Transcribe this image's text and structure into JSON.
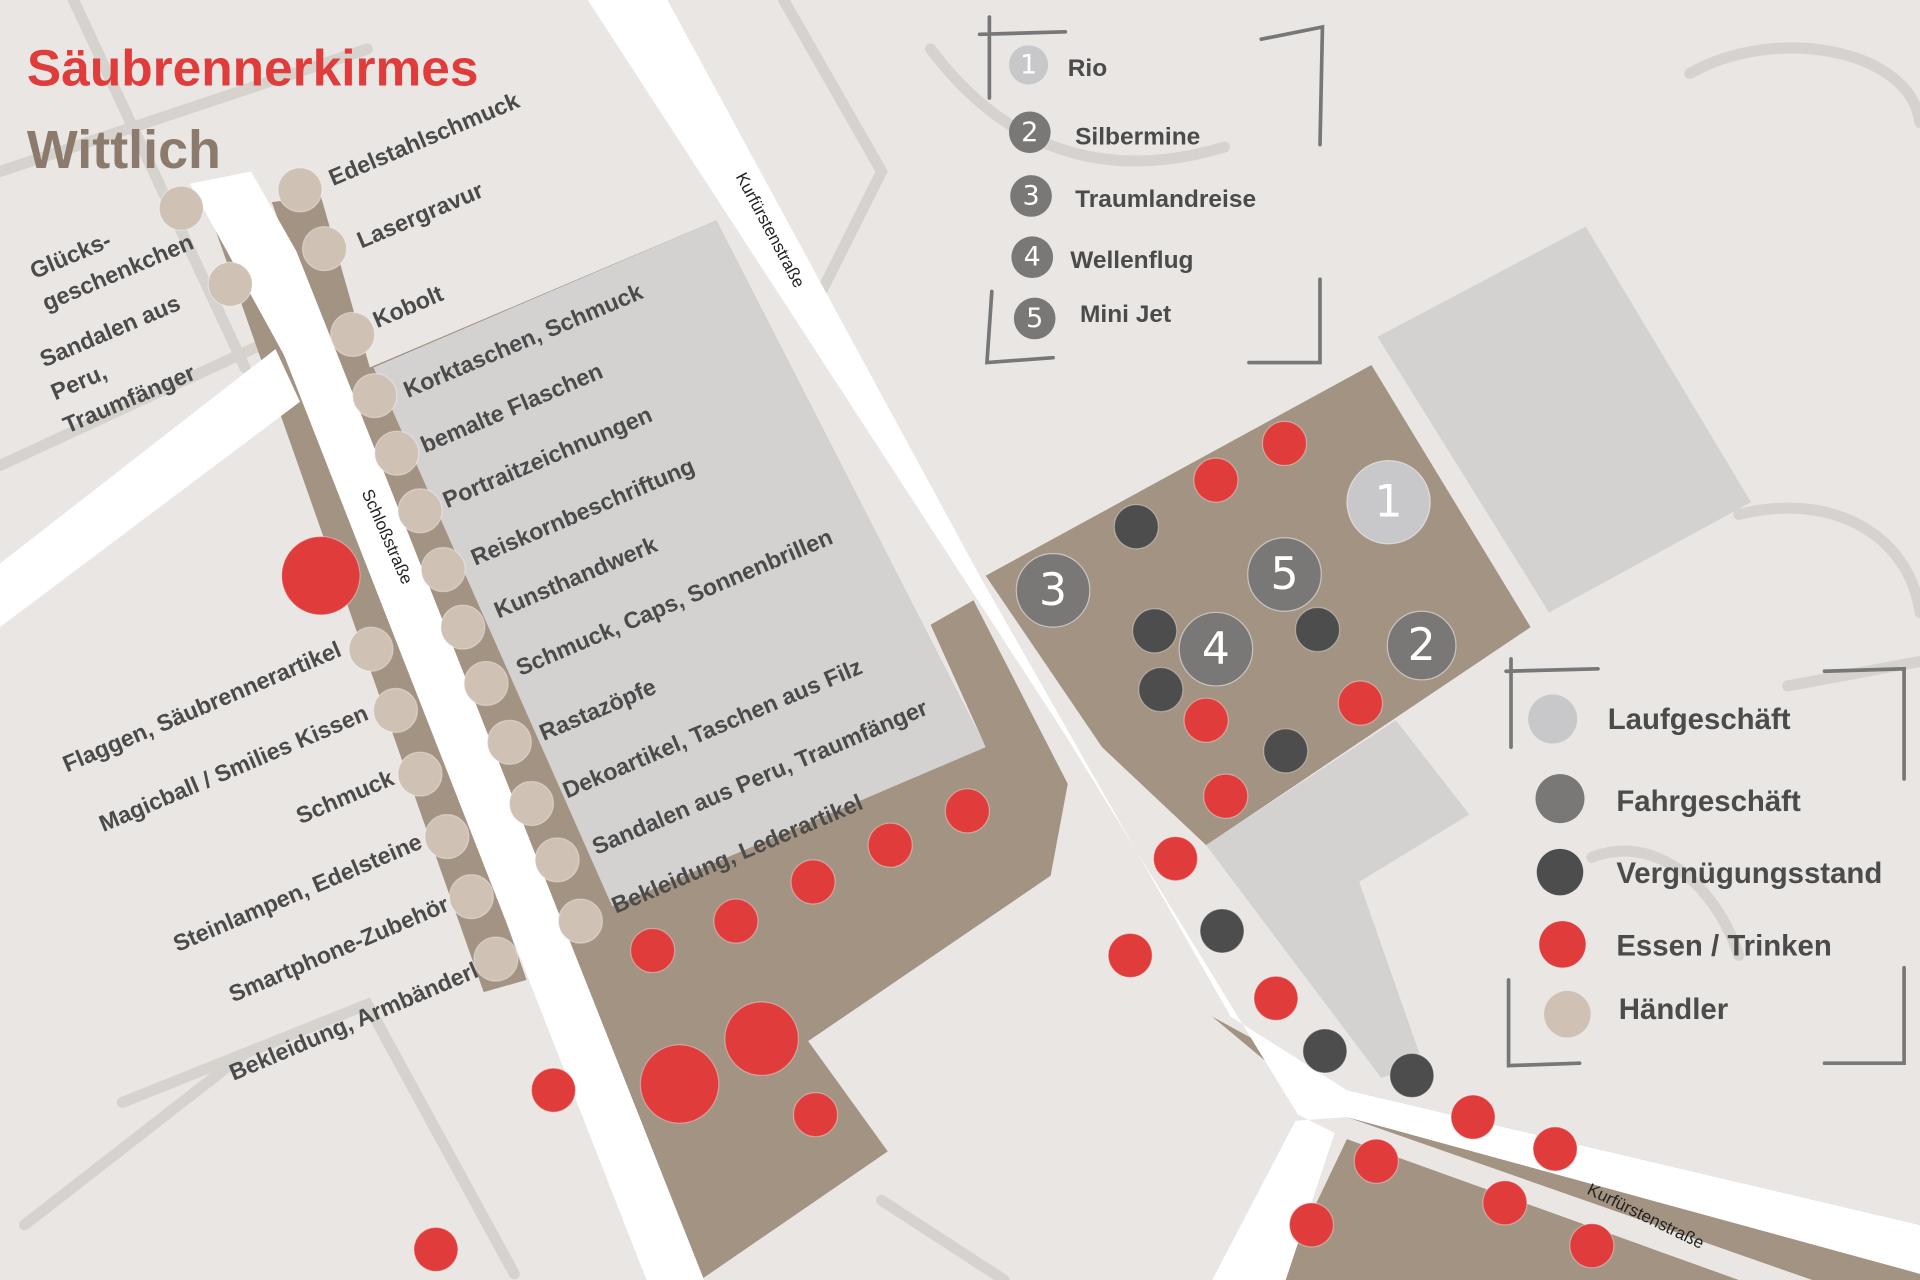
{
  "title": {
    "line1": "Säubrennerkirmes",
    "line2": "Wittlich"
  },
  "streets": {
    "schloss": "Schloßstraße",
    "kurfuersten_top": "Kurfürstenstraße",
    "kurfuersten_bottom": "Kurfürstenstraße"
  },
  "rides_legend": [
    {
      "num": "1",
      "name": "Rio"
    },
    {
      "num": "2",
      "name": "Silbermine"
    },
    {
      "num": "3",
      "name": "Traumlandreise"
    },
    {
      "num": "4",
      "name": "Wellenflug"
    },
    {
      "num": "5",
      "name": "Mini Jet"
    }
  ],
  "type_legend": [
    {
      "name": "Laufgeschäft",
      "color": "#c8c8ca"
    },
    {
      "name": "Fahrgeschäft",
      "color": "#7a7877"
    },
    {
      "name": "Vergnügungsstand",
      "color": "#4d4d4d"
    },
    {
      "name": "Essen / Trinken",
      "color": "#e03c3c"
    },
    {
      "name": "Händler",
      "color": "#cfc2b5"
    }
  ],
  "vendors_right": [
    "Edelstahlschmuck",
    "Lasergravur",
    "Kobolt",
    "Korktaschen, Schmuck",
    "bemalte Flaschen",
    "Portraitzeichnungen",
    "Reiskornbeschriftung",
    "Kunsthandwerk",
    "Schmuck, Caps, Sonnenbrillen",
    "Rastazöpfe",
    "Dekoartikel, Taschen aus Filz",
    "Sandalen aus Peru, Traumfänger",
    "Bekleidung, Lederartikel"
  ],
  "vendors_left_top": [
    "Glücks-",
    "geschenkchen",
    "Sandalen aus",
    "Peru,",
    "Traumfänger"
  ],
  "vendors_left": [
    "Flaggen, Säubrennerartikel",
    "Magicball / Smilies Kissen",
    "Schmuck",
    "Steinlampen, Edelsteine",
    "Smartphone-Zubehör",
    "Bekleidung, Armbänderl"
  ],
  "colors": {
    "title_red": "#e03c3c",
    "title_brown": "#8c7a6d",
    "path": "#a39383",
    "block": "#d3d2d1",
    "road": "#ffffff",
    "background": "#e9e6e3"
  }
}
